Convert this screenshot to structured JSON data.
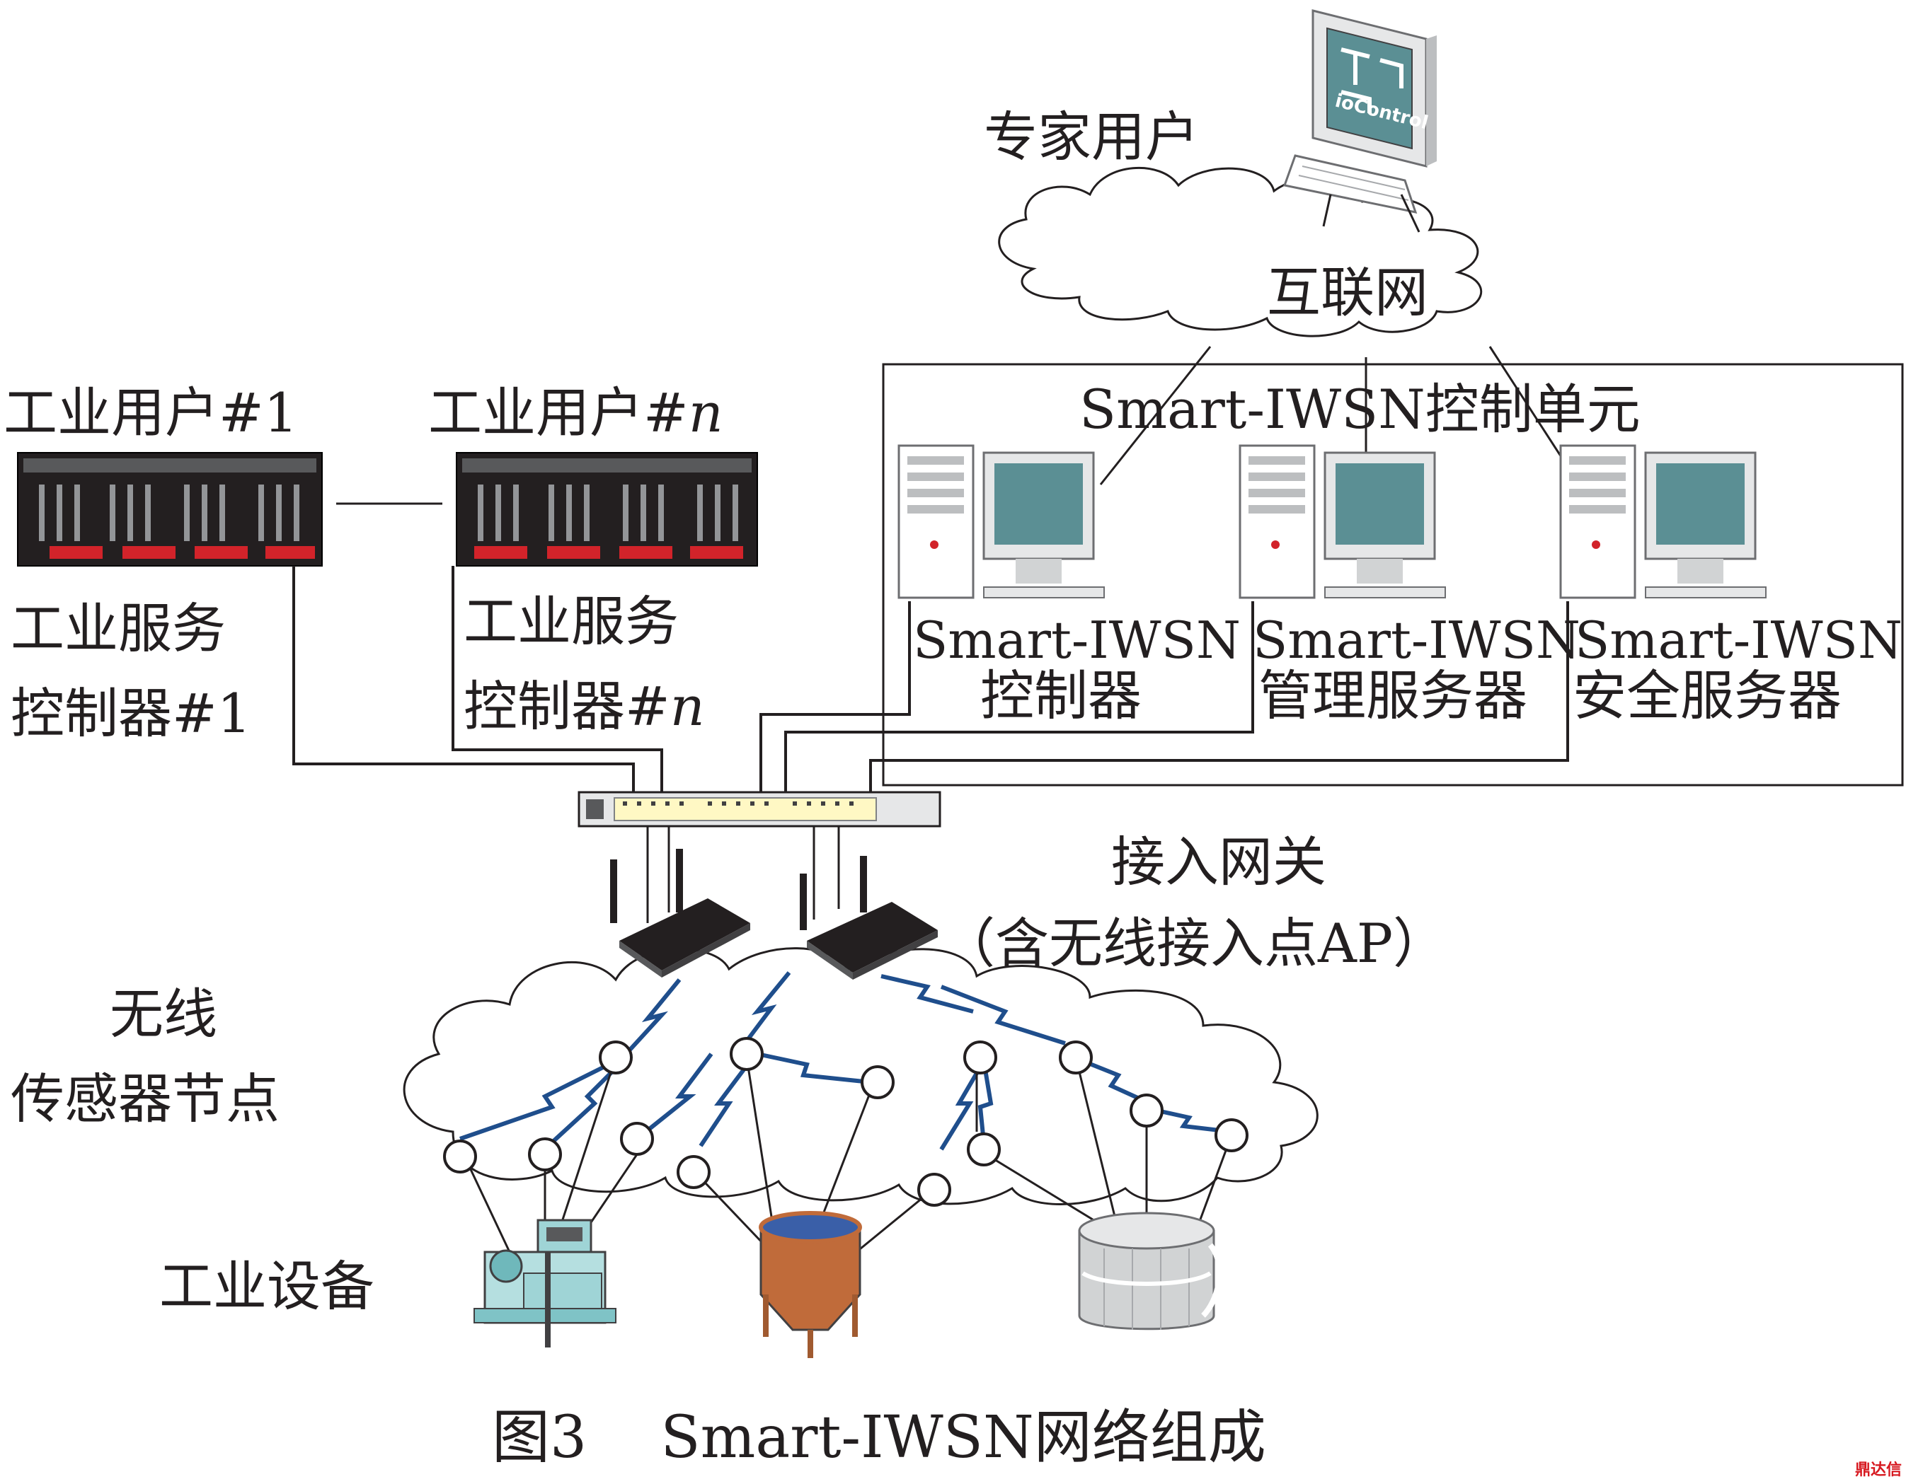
{
  "labels": {
    "expert_user": "专家用户",
    "internet": "互联网",
    "control_unit": "Smart-IWSN控制单元",
    "industrial_user_1": "工业用户#1",
    "industrial_user_n_prefix": "工业用户#",
    "industrial_user_n_suffix": "n",
    "server_ctrl_1_line1": "工业服务",
    "server_ctrl_1_line2": "控制器#1",
    "server_ctrl_n_line1": "工业服务",
    "server_ctrl_n_line2_prefix": "控制器#",
    "server_ctrl_n_line2_suffix": "n",
    "smart_iwsn_1": "Smart-IWSN",
    "controller": "控制器",
    "smart_iwsn_2": "Smart-IWSN",
    "management_server": "管理服务器",
    "smart_iwsn_3": "Smart-IWSN",
    "security_server": "安全服务器",
    "gateway_line1": "接入网关",
    "gateway_line2": "（含无线接入点AP）",
    "wireless_line1": "无线",
    "wireless_line2": "传感器节点",
    "industrial_equipment": "工业设备",
    "caption": "图3    Smart-IWSN网络组成",
    "monitor_screen_text": "ioControl",
    "watermark": "鼎达信"
  },
  "colors": {
    "line": "#231f20",
    "wireless_link": "#1f4e8c",
    "screen": "#5b8f94",
    "rack_red": "#d2232a",
    "tank_orange": "#c06b3a",
    "tank_liquid": "#3a5fa8"
  }
}
